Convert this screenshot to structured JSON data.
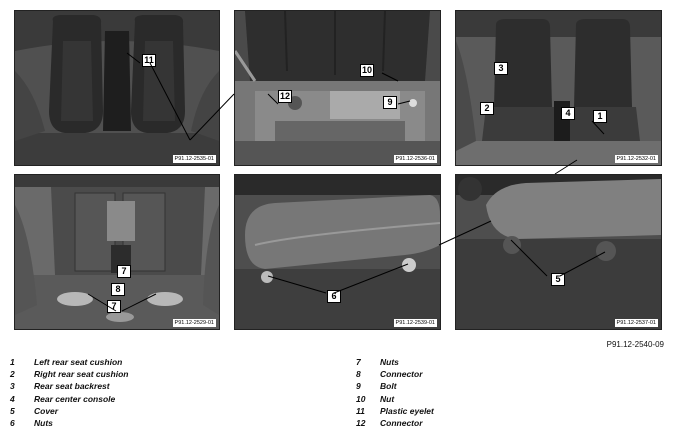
{
  "drawing_code": "P91.12-2540-09",
  "panels": [
    {
      "figure_id": "P91.12-2535-01",
      "callouts": [
        "11"
      ]
    },
    {
      "figure_id": "P91.12-2536-01",
      "callouts": [
        "10",
        "12",
        "9"
      ]
    },
    {
      "figure_id": "P91.12-2532-01",
      "callouts": [
        "3",
        "2",
        "4",
        "1"
      ]
    },
    {
      "figure_id": "P91.12-2529-01",
      "callouts": [
        "7",
        "8",
        "7"
      ]
    },
    {
      "figure_id": "P91.12-2539-01",
      "callouts": [
        "6"
      ]
    },
    {
      "figure_id": "P91.12-2537-01",
      "callouts": [
        "5"
      ]
    }
  ],
  "legend": {
    "left": [
      {
        "num": "1",
        "text": "Left rear seat cushion"
      },
      {
        "num": "2",
        "text": "Right rear seat cushion"
      },
      {
        "num": "3",
        "text": "Rear seat backrest"
      },
      {
        "num": "4",
        "text": "Rear center console"
      },
      {
        "num": "5",
        "text": "Cover"
      },
      {
        "num": "6",
        "text": "Nuts"
      }
    ],
    "right": [
      {
        "num": "7",
        "text": "Nuts"
      },
      {
        "num": "8",
        "text": "Connector"
      },
      {
        "num": "9",
        "text": "Bolt"
      },
      {
        "num": "10",
        "text": "Nut"
      },
      {
        "num": "11",
        "text": "Plastic eyelet"
      },
      {
        "num": "12",
        "text": "Connector"
      }
    ]
  }
}
